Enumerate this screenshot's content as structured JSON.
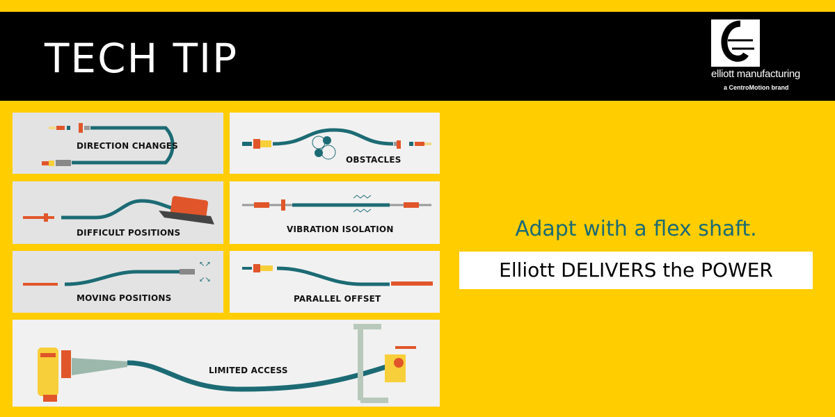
{
  "header": {
    "title": "TECH TIP",
    "logo_name": "elliott manufacturing",
    "logo_sub": "a CentroMotion brand"
  },
  "panels": [
    {
      "label": "DIRECTION CHANGES"
    },
    {
      "label": "OBSTACLES"
    },
    {
      "label": "DIFFICULT POSITIONS"
    },
    {
      "label": "VIBRATION ISOLATION"
    },
    {
      "label": "MOVING POSITIONS"
    },
    {
      "label": "PARALLEL OFFSET"
    },
    {
      "label": "LIMITED ACCESS"
    }
  ],
  "tagline": "Adapt with a flex shaft.",
  "slogan": "Elliott DELIVERS the POWER",
  "colors": {
    "background": "#FFCD00",
    "teal": "#1c6b74",
    "orange": "#e0562a"
  }
}
